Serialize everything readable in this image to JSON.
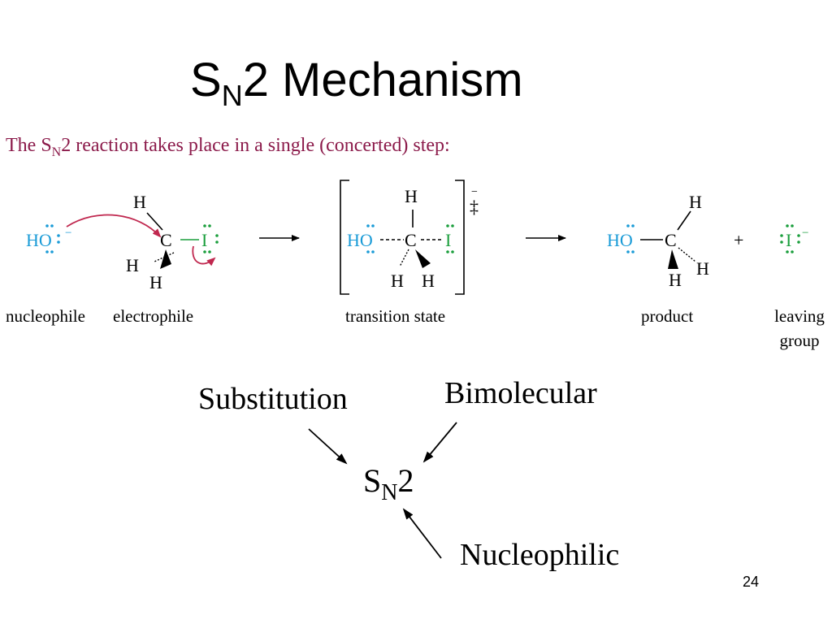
{
  "slide": {
    "title_main": "S",
    "title_sub": "N",
    "title_rest": "2 Mechanism",
    "page_number": "24"
  },
  "intro": {
    "before": "The S",
    "sub": "N",
    "after": "2 reaction takes place in a single (concerted) step:"
  },
  "reaction": {
    "atoms": {
      "hydroxide": "HO",
      "hydrogen": "H",
      "carbon": "C",
      "iodine": "I",
      "minus": "−",
      "plus": "+",
      "double_dagger": "‡"
    },
    "captions": {
      "nucleophile": "nucleophile",
      "electrophile": "electrophile",
      "transition_state": "transition state",
      "product": "product",
      "leaving_group_line1": "leaving",
      "leaving_group_line2": "group"
    }
  },
  "name_breakdown": {
    "substitution": "Substitution",
    "bimolecular": "Bimolecular",
    "nucleophilic": "Nucleophilic",
    "center_main": "S",
    "center_sub": "N",
    "center_rest": "2"
  },
  "colors": {
    "nucleophile_blue": "#1a9bd7",
    "leaving_green": "#1a9e3c",
    "arrow_crimson": "#c0284f",
    "intro_text": "#8b1a4a"
  }
}
